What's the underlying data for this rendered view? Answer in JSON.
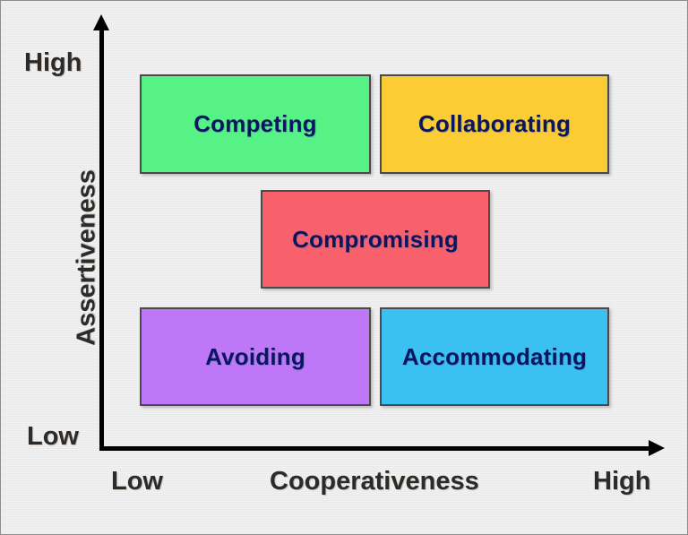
{
  "chart_data": {
    "type": "scatter",
    "title": "",
    "xlabel": "Cooperativeness",
    "ylabel": "Assertiveness",
    "x_ticks": [
      "Low",
      "High"
    ],
    "y_ticks": [
      "Low",
      "High"
    ],
    "grid": false,
    "legend": "none",
    "annotations": [
      {
        "label": "Competing",
        "x": "low-mid",
        "y": "high",
        "color": "#56f286"
      },
      {
        "label": "Collaborating",
        "x": "high",
        "y": "high",
        "color": "#fbcc33"
      },
      {
        "label": "Compromising",
        "x": "mid",
        "y": "mid",
        "color": "#f8606c"
      },
      {
        "label": "Avoiding",
        "x": "low-mid",
        "y": "low",
        "color": "#bd77f7"
      },
      {
        "label": "Accommodating",
        "x": "high",
        "y": "low",
        "color": "#3bc0f2"
      }
    ]
  },
  "axes": {
    "y": {
      "title": "Assertiveness",
      "high_label": "High",
      "low_label": "Low"
    },
    "x": {
      "title": "Cooperativeness",
      "high_label": "High",
      "low_label": "Low"
    }
  },
  "boxes": {
    "competing": {
      "label": "Competing",
      "fill": "#56f286"
    },
    "collaborating": {
      "label": "Collaborating",
      "fill": "#fbcc33"
    },
    "compromising": {
      "label": "Compromising",
      "fill": "#f8606c"
    },
    "avoiding": {
      "label": "Avoiding",
      "fill": "#bd77f7"
    },
    "accommodating": {
      "label": "Accommodating",
      "fill": "#3bc0f2"
    }
  },
  "colors": {
    "background": "#ebebeb",
    "border": "#8d8d8d",
    "axis": "#000000",
    "axis_text": "#2b2b2b",
    "box_text": "#0b1560",
    "box_border": "#4a4a4a"
  }
}
